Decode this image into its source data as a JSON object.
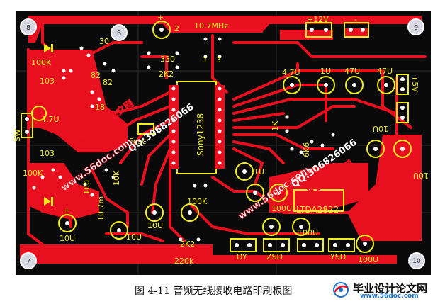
{
  "board": {
    "background": "#0a0a0a",
    "copper": "#e8101e",
    "silk": "#f2ee1c",
    "pad": "#ffffff"
  },
  "mounting_holes": [
    {
      "id": "8",
      "label": "8"
    },
    {
      "id": "6",
      "label": "6"
    },
    {
      "id": "9",
      "label": "9"
    },
    {
      "id": "7",
      "label": "7"
    },
    {
      "id": "10",
      "label": "10"
    }
  ],
  "silk_labels": {
    "c30": "30",
    "r330": "330",
    "r2k2_top": "2K2",
    "freq": "10.7MHz",
    "plus12v": "+12V",
    "minus": "-",
    "r100k_left": "100K",
    "c103_top": "103",
    "c82a": "82",
    "c82b": "82",
    "c4_7u_left": "4.7U",
    "c18": "18",
    "fosc": "Fosc",
    "ic1": "Sony1238",
    "c4_7u_right": "4.7U",
    "c1u_a": "1U",
    "c47u_a": "47U",
    "c47u_b": "47U",
    "plus5v": "+5V",
    "r1k": "1K",
    "r6k6": "6K6",
    "c10u_right": "10U",
    "c10u_far": "10U",
    "c103_bottom": "103",
    "r100k_bottom": "100K",
    "r10k": "10K",
    "r100": "100",
    "l10_7m": "10.7m",
    "c10u_b1": "10U",
    "c10u_b2": "10U",
    "c10u_b3": "10U",
    "c1u_b": "1U",
    "c100u_a": "100U",
    "ic2": "LTDA2822",
    "c100u_b": "100U",
    "c100u_c": "100U",
    "r100k_mid": "100K",
    "r2k2_bottom": "2K2",
    "r220k": "220k",
    "dy": "DY",
    "zsd": "ZSD",
    "ysd": "YSD",
    "sw": "SW",
    "plus_a": "+",
    "plus_b": "+",
    "num2": "2",
    "num3": "3",
    "num1": "1"
  },
  "watermarks": {
    "site": "www.56doc.com",
    "qq": "QQ:306826066",
    "brand": "毕业设计论文网"
  },
  "caption": "图 4-11 音频无线接收电路印刷板图",
  "logo": {
    "title": "毕业设计论文网",
    "url": "www.56doc.com"
  }
}
